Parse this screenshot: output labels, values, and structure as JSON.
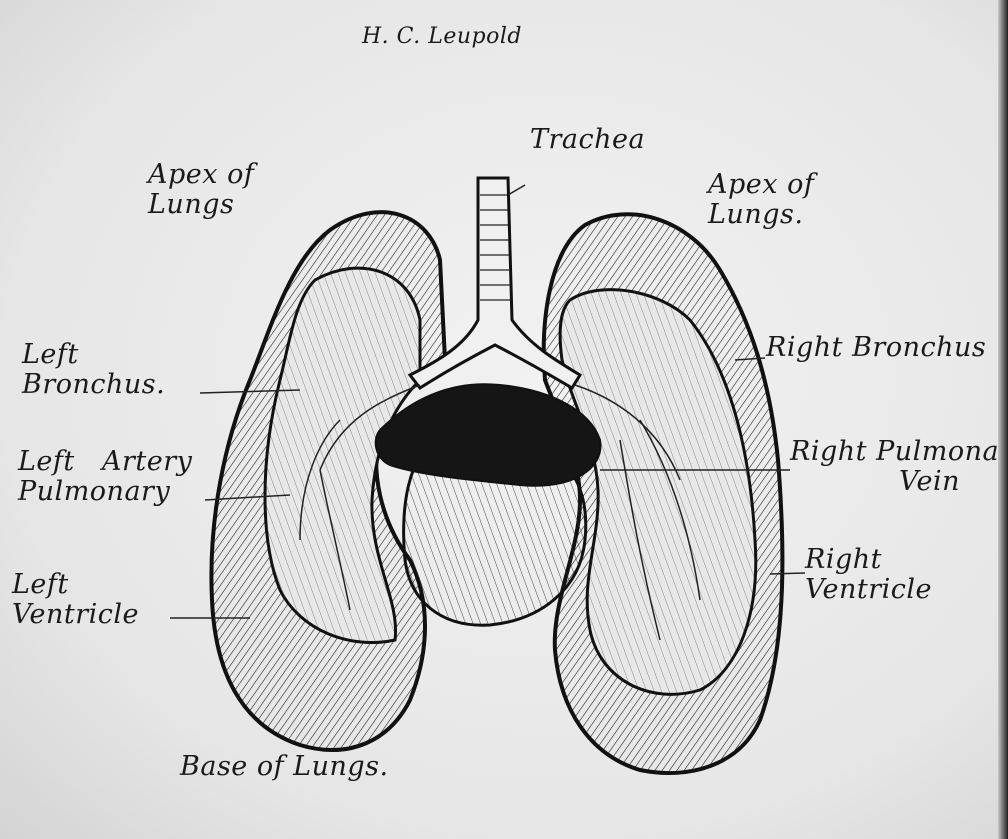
{
  "author": "H. C. Leupold",
  "labels": {
    "trachea": "Trachea",
    "apex_left": "Apex of\nLungs",
    "apex_right": "Apex of\nLungs.",
    "left_bronchus": "Left\nBronchus.",
    "left_pulmonary_artery": "Left   Artery\nPulmonary",
    "left_ventricle": "Left\nVentricle",
    "right_bronchus": "Right Bronchus",
    "right_pulmonary_vein": "Right Pulmonary\n            Vein",
    "right_ventricle": "Right\nVentricle",
    "base": "Base of Lungs."
  },
  "colors": {
    "ink": "#1a1a1a",
    "paper": "#ececec"
  }
}
